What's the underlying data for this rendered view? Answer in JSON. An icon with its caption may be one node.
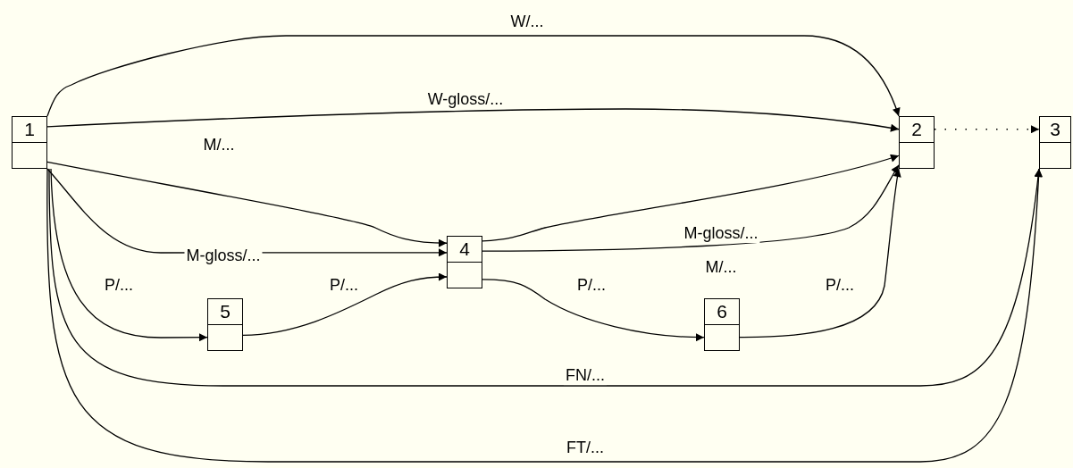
{
  "diagram": {
    "nodes": [
      {
        "text": [
          "1"
        ]
      },
      {
        "text": [
          "2"
        ]
      },
      {
        "text": [
          "3"
        ]
      },
      {
        "text": [
          "4"
        ]
      },
      {
        "text": [
          "5"
        ]
      },
      {
        "text": [
          "6"
        ]
      }
    ],
    "edges": [
      {
        "from": 0,
        "to": 1,
        "arrow": "to",
        "label": "W/..."
      },
      {
        "from": 0,
        "to": 1,
        "arrow": "to",
        "label": "W-gloss/..."
      },
      {
        "from": 0,
        "to": 3,
        "arrow": "to",
        "label": "M/..."
      },
      {
        "from": 0,
        "to": 3,
        "arrow": "to",
        "label": "M-gloss/..."
      },
      {
        "from": 0,
        "to": 4,
        "arrow": "to",
        "label": "P/..."
      },
      {
        "from": 4,
        "to": 3,
        "arrow": "to",
        "label": "P/..."
      },
      {
        "from": 3,
        "to": 1,
        "arrow": "to",
        "label": "M-gloss/..."
      },
      {
        "from": 3,
        "to": 1,
        "arrow": "to",
        "label": "M/..."
      },
      {
        "from": 3,
        "to": 5,
        "arrow": "to",
        "label": "P/..."
      },
      {
        "from": 5,
        "to": 1,
        "arrow": "to",
        "label": "P/..."
      },
      {
        "from": 0,
        "to": 2,
        "arrow": "to",
        "label": "FN/..."
      },
      {
        "from": 0,
        "to": 2,
        "arrow": "to",
        "label": "FT/..."
      },
      {
        "from": 1,
        "to": 2,
        "arrow": "to",
        "style": "dashed"
      }
    ]
  }
}
